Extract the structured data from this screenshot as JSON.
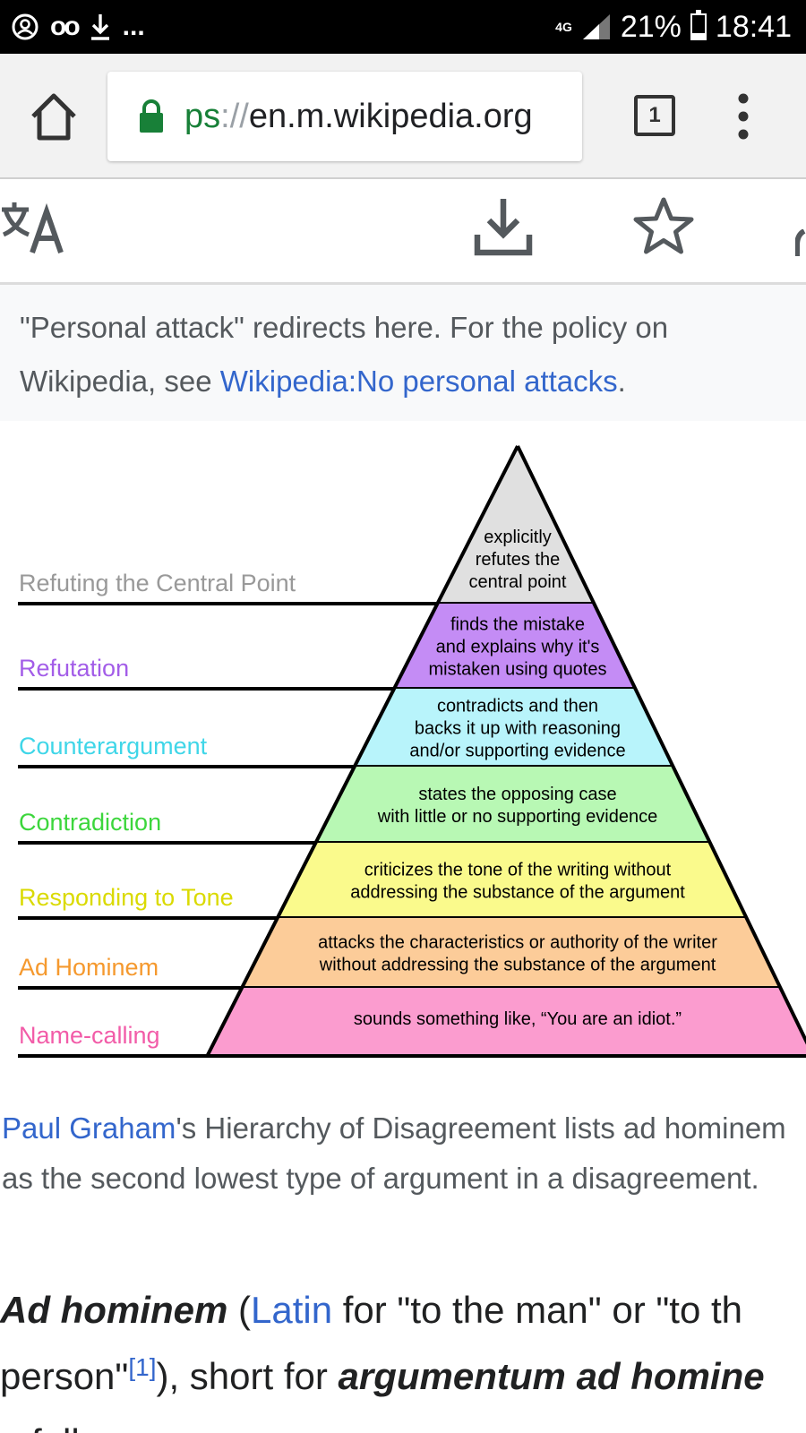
{
  "status_bar": {
    "voicemail_symbol": "oo",
    "more_symbol": "...",
    "network": "4G",
    "battery": "21%",
    "time": "18:41"
  },
  "browser": {
    "url_scheme": "ps",
    "url_separator": "://",
    "url_host": "en.m.wikipedia.org",
    "tab_count": "1"
  },
  "action_bar": {
    "icons": [
      "translate-icon",
      "download-icon",
      "star-icon"
    ]
  },
  "hatnote": {
    "text_before": "\"Personal attack\" redirects here. For the policy on Wikipedia, see ",
    "link": "Wikipedia:No personal attacks",
    "text_after": "."
  },
  "figure": {
    "levels": [
      {
        "label": "Refuting the Central Point",
        "color": "#999999",
        "fill": "#e0e0e0",
        "desc": [
          "explicitly",
          "refutes the",
          "central point"
        ]
      },
      {
        "label": "Refutation",
        "color": "#a35de8",
        "fill": "#c48cf5",
        "desc": [
          "finds the mistake",
          "and explains why it's",
          "mistaken using quotes"
        ]
      },
      {
        "label": "Counterargument",
        "color": "#3fd6e8",
        "fill": "#b8f4fb",
        "desc": [
          "contradicts and then",
          "backs it up with reasoning",
          "and/or supporting evidence"
        ]
      },
      {
        "label": "Contradiction",
        "color": "#3cd63c",
        "fill": "#b8f8b4",
        "desc": [
          "states the opposing case",
          "with little or no supporting evidence"
        ]
      },
      {
        "label": "Responding to Tone",
        "color": "#dada00",
        "fill": "#fafa8c",
        "desc": [
          "criticizes the tone of the writing without",
          "addressing the substance of the argument"
        ]
      },
      {
        "label": "Ad Hominem",
        "color": "#f5992e",
        "fill": "#fccc99",
        "desc": [
          "attacks the characteristics or authority of the writer",
          "without addressing the substance of the argument"
        ]
      },
      {
        "label": "Name-calling",
        "color": "#f25ca8",
        "fill": "#fb9ccf",
        "desc": [
          "sounds something like, “You are an idiot.”"
        ]
      }
    ]
  },
  "caption": {
    "link": "Paul Graham",
    "text": "'s Hierarchy of Disagreement lists ad hominem as the second lowest type of argument in a disagreement."
  },
  "article": {
    "line1_term": "Ad hominem",
    "line1_open": " (",
    "line1_link": "Latin",
    "line1_rest": " for \"to the man\" or \"to th",
    "line2_start": "person\"",
    "line2_ref": "[1]",
    "line2_mid": "), short for ",
    "line2_term": "argumentum ad homine",
    "line3_start": "a fallacy"
  }
}
